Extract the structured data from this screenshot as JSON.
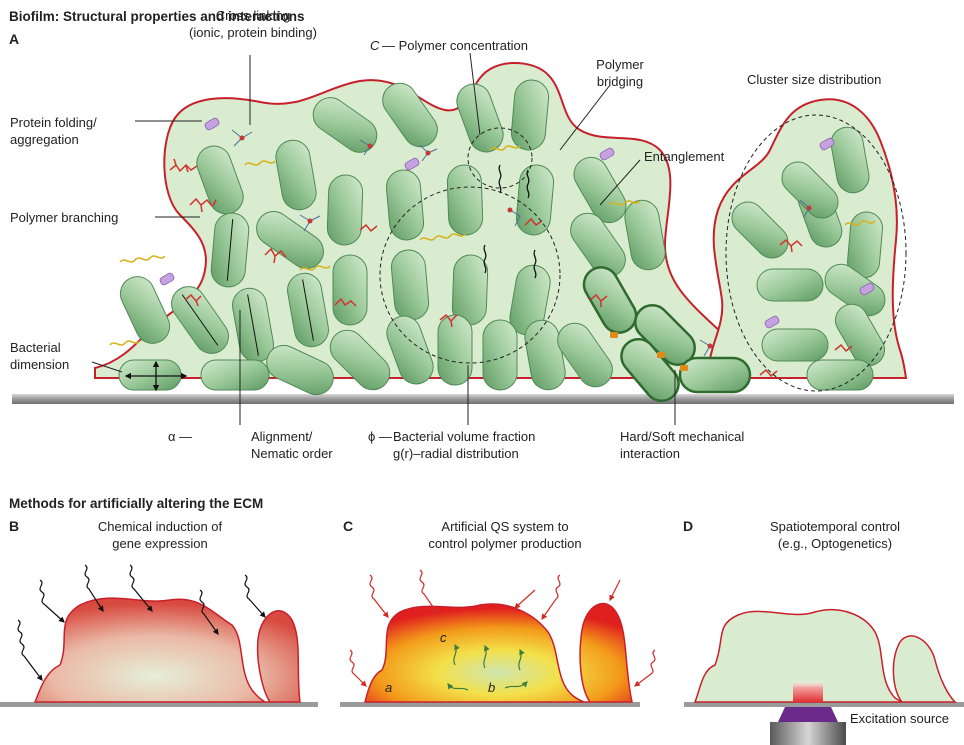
{
  "main_title": "Biofilm: Structural properties and interactions",
  "panel_a": {
    "letter": "A",
    "labels": {
      "cross_linking": [
        "Cross linking",
        "(ionic, protein binding)"
      ],
      "protein_folding": [
        "Protein folding/",
        "aggregation"
      ],
      "polymer_branching": "Polymer branching",
      "bacterial_dimension": [
        "Bacterial",
        "dimension"
      ],
      "polymer_concentration_symbol": "C",
      "polymer_concentration": "— Polymer concentration",
      "polymer_bridging": [
        "Polymer",
        "bridging"
      ],
      "entanglement": "Entanglement",
      "cluster_size": "Cluster size distribution",
      "alignment_symbol": "α —",
      "alignment": [
        "Alignment/",
        "Nematic order"
      ],
      "volume_fraction_symbol": "ϕ —",
      "volume_fraction": [
        "Bacterial volume fraction",
        "g(r)–radial distribution"
      ],
      "mechanical": [
        "Hard/Soft mechanical",
        "interaction"
      ]
    }
  },
  "methods_title": "Methods for artificially altering the ECM",
  "panel_b": {
    "letter": "B",
    "caption": [
      "Chemical induction of",
      "gene expression"
    ]
  },
  "panel_c": {
    "letter": "C",
    "caption": [
      "Artificial QS system to",
      "control polymer production"
    ],
    "marks": {
      "a": "a",
      "b": "b",
      "c": "c"
    }
  },
  "panel_d": {
    "letter": "D",
    "caption": [
      "Spatiotemporal control",
      "(e.g., Optogenetics)"
    ],
    "source_label": "Excitation source"
  },
  "colors": {
    "biofilm_fill": "#d9ecd0",
    "biofilm_outline": "#c8202a",
    "cell_fill": "#8cbf8c",
    "cell_dark_outline": "#2f6b2f",
    "substrate": "#9a9a9a",
    "crosslinker": "#e08a1a",
    "polymer_red": "#d2332c",
    "polymer_yellow": "#d8b21a",
    "protein": "#b48ad0",
    "optogenetics_violet": "#6a2a8a"
  }
}
